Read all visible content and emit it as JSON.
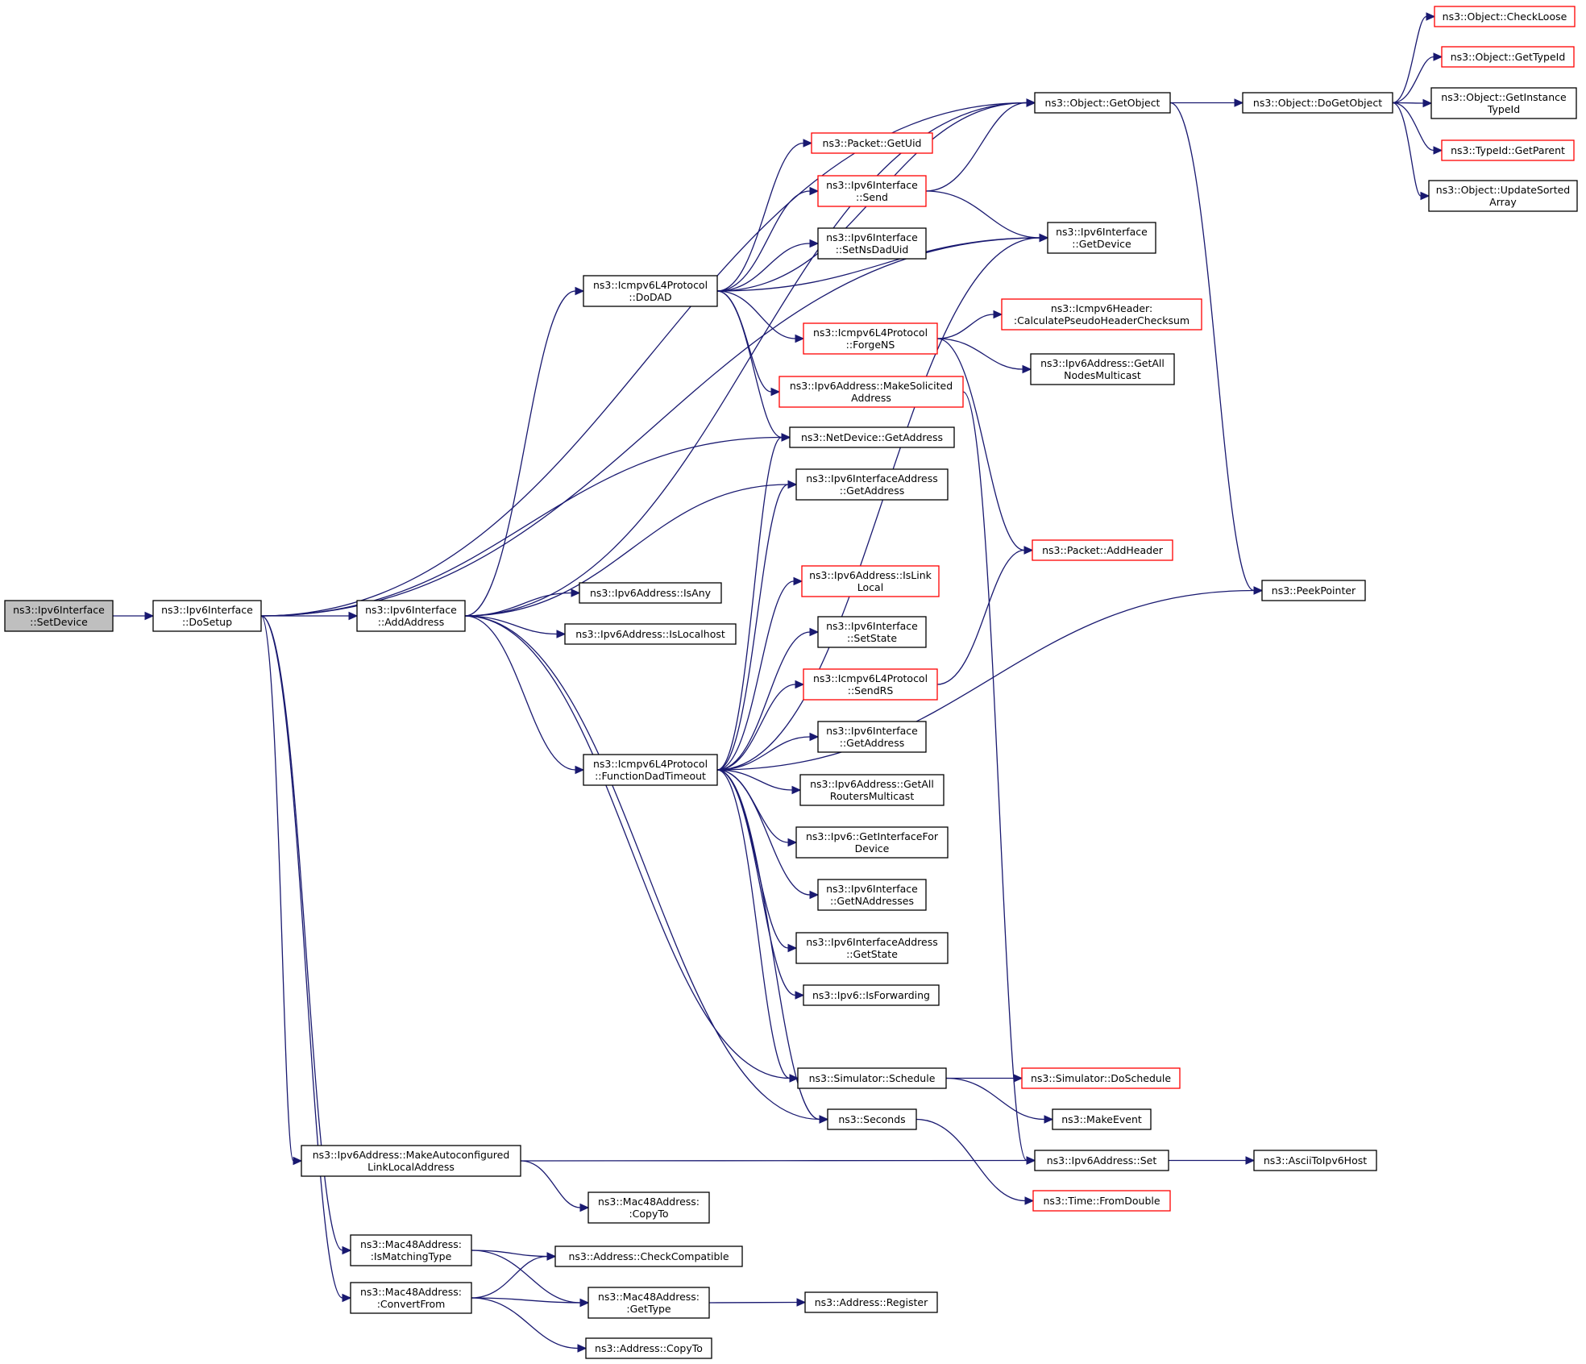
{
  "nodes": [
    {
      "id": "setdevice",
      "lines": [
        "ns3::Ipv6Interface",
        "::SetDevice"
      ],
      "style": "root"
    },
    {
      "id": "dosetup",
      "lines": [
        "ns3::Ipv6Interface",
        "::DoSetup"
      ],
      "style": "black"
    },
    {
      "id": "addaddress",
      "lines": [
        "ns3::Ipv6Interface",
        "::AddAddress"
      ],
      "style": "black"
    },
    {
      "id": "dodad",
      "lines": [
        "ns3::Icmpv6L4Protocol",
        "::DoDAD"
      ],
      "style": "black"
    },
    {
      "id": "fdt",
      "lines": [
        "ns3::Icmpv6L4Protocol",
        "::FunctionDadTimeout"
      ],
      "style": "black"
    },
    {
      "id": "makeautoll",
      "lines": [
        "ns3::Ipv6Address::MakeAutoconfigured",
        "LinkLocalAddress"
      ],
      "style": "black"
    },
    {
      "id": "mac48ismatch",
      "lines": [
        "ns3::Mac48Address:",
        ":IsMatchingType"
      ],
      "style": "black"
    },
    {
      "id": "mac48convert",
      "lines": [
        "ns3::Mac48Address:",
        ":ConvertFrom"
      ],
      "style": "black"
    },
    {
      "id": "getobject",
      "lines": [
        "ns3::Object::GetObject"
      ],
      "style": "black"
    },
    {
      "id": "dogetobject",
      "lines": [
        "ns3::Object::DoGetObject"
      ],
      "style": "black"
    },
    {
      "id": "checkloose",
      "lines": [
        "ns3::Object::CheckLoose"
      ],
      "style": "red"
    },
    {
      "id": "gettypeid",
      "lines": [
        "ns3::Object::GetTypeId"
      ],
      "style": "red"
    },
    {
      "id": "getinstancetypeid",
      "lines": [
        "ns3::Object::GetInstance",
        "TypeId"
      ],
      "style": "black"
    },
    {
      "id": "getparent",
      "lines": [
        "ns3::TypeId::GetParent"
      ],
      "style": "red"
    },
    {
      "id": "updatesorted",
      "lines": [
        "ns3::Object::UpdateSorted",
        "Array"
      ],
      "style": "black"
    },
    {
      "id": "getuid",
      "lines": [
        "ns3::Packet::GetUid"
      ],
      "style": "red"
    },
    {
      "id": "send",
      "lines": [
        "ns3::Ipv6Interface",
        "::Send"
      ],
      "style": "red"
    },
    {
      "id": "setnsdaduid",
      "lines": [
        "ns3::Ipv6Interface",
        "::SetNsDadUid"
      ],
      "style": "black"
    },
    {
      "id": "getdevice",
      "lines": [
        "ns3::Ipv6Interface",
        "::GetDevice"
      ],
      "style": "black"
    },
    {
      "id": "forgens",
      "lines": [
        "ns3::Icmpv6L4Protocol",
        "::ForgeNS"
      ],
      "style": "red"
    },
    {
      "id": "calcpseudo",
      "lines": [
        "ns3::Icmpv6Header:",
        ":CalculatePseudoHeaderChecksum"
      ],
      "style": "red"
    },
    {
      "id": "getallnodes",
      "lines": [
        "ns3::Ipv6Address::GetAll",
        "NodesMulticast"
      ],
      "style": "black"
    },
    {
      "id": "makesolicited",
      "lines": [
        "ns3::Ipv6Address::MakeSolicited",
        "Address"
      ],
      "style": "red"
    },
    {
      "id": "netdevgetaddr",
      "lines": [
        "ns3::NetDevice::GetAddress"
      ],
      "style": "black"
    },
    {
      "id": "ifaddrgetaddr",
      "lines": [
        "ns3::Ipv6InterfaceAddress",
        "::GetAddress"
      ],
      "style": "black"
    },
    {
      "id": "isany",
      "lines": [
        "ns3::Ipv6Address::IsAny"
      ],
      "style": "black"
    },
    {
      "id": "islocalhost",
      "lines": [
        "ns3::Ipv6Address::IsLocalhost"
      ],
      "style": "black"
    },
    {
      "id": "addheader",
      "lines": [
        "ns3::Packet::AddHeader"
      ],
      "style": "red"
    },
    {
      "id": "peekpointer",
      "lines": [
        "ns3::PeekPointer"
      ],
      "style": "black"
    },
    {
      "id": "islinklocal",
      "lines": [
        "ns3::Ipv6Address::IsLink",
        "Local"
      ],
      "style": "red"
    },
    {
      "id": "setstate",
      "lines": [
        "ns3::Ipv6Interface",
        "::SetState"
      ],
      "style": "black"
    },
    {
      "id": "sendrs",
      "lines": [
        "ns3::Icmpv6L4Protocol",
        "::SendRS"
      ],
      "style": "red"
    },
    {
      "id": "ifgetaddress",
      "lines": [
        "ns3::Ipv6Interface",
        "::GetAddress"
      ],
      "style": "black"
    },
    {
      "id": "getallrouters",
      "lines": [
        "ns3::Ipv6Address::GetAll",
        "RoutersMulticast"
      ],
      "style": "black"
    },
    {
      "id": "getifacefordev",
      "lines": [
        "ns3::Ipv6::GetInterfaceFor",
        "Device"
      ],
      "style": "black"
    },
    {
      "id": "getnaddresses",
      "lines": [
        "ns3::Ipv6Interface",
        "::GetNAddresses"
      ],
      "style": "black"
    },
    {
      "id": "ifaddrgetstate",
      "lines": [
        "ns3::Ipv6InterfaceAddress",
        "::GetState"
      ],
      "style": "black"
    },
    {
      "id": "isforwarding",
      "lines": [
        "ns3::Ipv6::IsForwarding"
      ],
      "style": "black"
    },
    {
      "id": "schedule",
      "lines": [
        "ns3::Simulator::Schedule"
      ],
      "style": "black"
    },
    {
      "id": "doschedule",
      "lines": [
        "ns3::Simulator::DoSchedule"
      ],
      "style": "red"
    },
    {
      "id": "makeevent",
      "lines": [
        "ns3::MakeEvent"
      ],
      "style": "black"
    },
    {
      "id": "seconds",
      "lines": [
        "ns3::Seconds"
      ],
      "style": "black"
    },
    {
      "id": "ipv6set",
      "lines": [
        "ns3::Ipv6Address::Set"
      ],
      "style": "black"
    },
    {
      "id": "asciitoipv6",
      "lines": [
        "ns3::AsciiToIpv6Host"
      ],
      "style": "black"
    },
    {
      "id": "fromdouble",
      "lines": [
        "ns3::Time::FromDouble"
      ],
      "style": "red"
    },
    {
      "id": "mac48copyto",
      "lines": [
        "ns3::Mac48Address:",
        ":CopyTo"
      ],
      "style": "black"
    },
    {
      "id": "checkcompat",
      "lines": [
        "ns3::Address::CheckCompatible"
      ],
      "style": "black"
    },
    {
      "id": "mac48gettype",
      "lines": [
        "ns3::Mac48Address:",
        ":GetType"
      ],
      "style": "black"
    },
    {
      "id": "addrregister",
      "lines": [
        "ns3::Address::Register"
      ],
      "style": "black"
    },
    {
      "id": "addrcopyto",
      "lines": [
        "ns3::Address::CopyTo"
      ],
      "style": "black"
    }
  ],
  "edges": [
    [
      "setdevice",
      "dosetup"
    ],
    [
      "dosetup",
      "addaddress"
    ],
    [
      "dosetup",
      "getobject"
    ],
    [
      "dosetup",
      "getdevice"
    ],
    [
      "dosetup",
      "netdevgetaddr"
    ],
    [
      "dosetup",
      "makeautoll"
    ],
    [
      "dosetup",
      "mac48ismatch"
    ],
    [
      "dosetup",
      "mac48convert"
    ],
    [
      "addaddress",
      "dodad"
    ],
    [
      "addaddress",
      "getobject"
    ],
    [
      "addaddress",
      "ifaddrgetaddr"
    ],
    [
      "addaddress",
      "isany"
    ],
    [
      "addaddress",
      "islocalhost"
    ],
    [
      "addaddress",
      "fdt"
    ],
    [
      "addaddress",
      "schedule"
    ],
    [
      "addaddress",
      "seconds"
    ],
    [
      "dodad",
      "getobject"
    ],
    [
      "dodad",
      "getuid"
    ],
    [
      "dodad",
      "send"
    ],
    [
      "dodad",
      "setnsdaduid"
    ],
    [
      "dodad",
      "getdevice"
    ],
    [
      "dodad",
      "forgens"
    ],
    [
      "dodad",
      "makesolicited"
    ],
    [
      "dodad",
      "netdevgetaddr"
    ],
    [
      "getobject",
      "dogetobject"
    ],
    [
      "getobject",
      "peekpointer"
    ],
    [
      "dogetobject",
      "checkloose"
    ],
    [
      "dogetobject",
      "gettypeid"
    ],
    [
      "dogetobject",
      "getinstancetypeid"
    ],
    [
      "dogetobject",
      "getparent"
    ],
    [
      "dogetobject",
      "updatesorted"
    ],
    [
      "send",
      "getobject"
    ],
    [
      "send",
      "getdevice"
    ],
    [
      "forgens",
      "calcpseudo"
    ],
    [
      "forgens",
      "getallnodes"
    ],
    [
      "forgens",
      "addheader"
    ],
    [
      "makesolicited",
      "ipv6set"
    ],
    [
      "fdt",
      "netdevgetaddr"
    ],
    [
      "fdt",
      "ifaddrgetaddr"
    ],
    [
      "fdt",
      "getdevice"
    ],
    [
      "fdt",
      "islinklocal"
    ],
    [
      "fdt",
      "setstate"
    ],
    [
      "fdt",
      "sendrs"
    ],
    [
      "fdt",
      "ifgetaddress"
    ],
    [
      "fdt",
      "getallrouters"
    ],
    [
      "fdt",
      "getifacefordev"
    ],
    [
      "fdt",
      "getnaddresses"
    ],
    [
      "fdt",
      "ifaddrgetstate"
    ],
    [
      "fdt",
      "isforwarding"
    ],
    [
      "fdt",
      "schedule"
    ],
    [
      "fdt",
      "seconds"
    ],
    [
      "fdt",
      "peekpointer"
    ],
    [
      "sendrs",
      "addheader"
    ],
    [
      "schedule",
      "doschedule"
    ],
    [
      "schedule",
      "makeevent"
    ],
    [
      "seconds",
      "fromdouble"
    ],
    [
      "makeautoll",
      "ipv6set"
    ],
    [
      "makeautoll",
      "mac48copyto"
    ],
    [
      "ipv6set",
      "asciitoipv6"
    ],
    [
      "mac48ismatch",
      "checkcompat"
    ],
    [
      "mac48ismatch",
      "mac48gettype"
    ],
    [
      "mac48convert",
      "checkcompat"
    ],
    [
      "mac48convert",
      "mac48gettype"
    ],
    [
      "mac48convert",
      "addrcopyto"
    ],
    [
      "mac48gettype",
      "addrregister"
    ]
  ]
}
